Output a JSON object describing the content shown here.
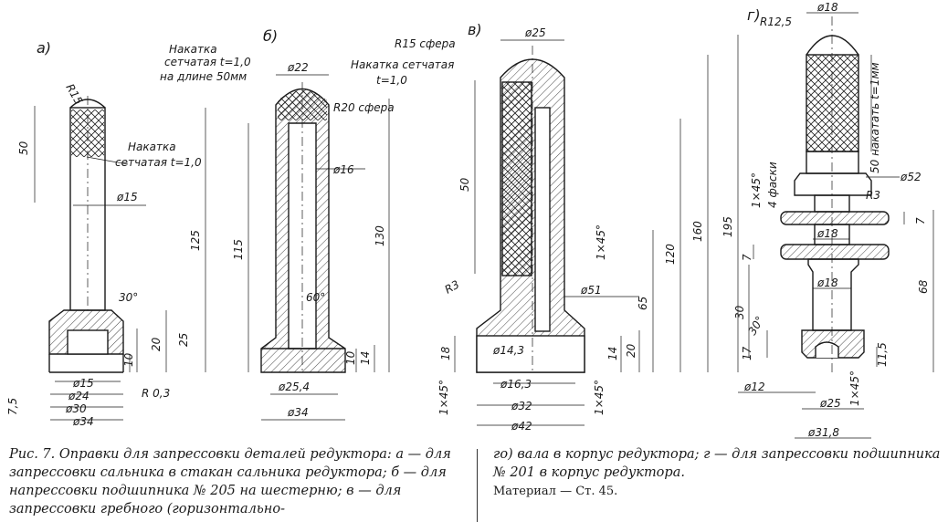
{
  "figure": {
    "panels": {
      "a": {
        "label": "а)",
        "notes": [
          "R15",
          "Накатка",
          "сетчатая t=1,0",
          "R 0,3",
          "30°"
        ],
        "dims": [
          "50",
          "125",
          "ø15",
          "20",
          "25",
          "10",
          "ø15",
          "ø24",
          "ø30",
          "ø34",
          "7,5"
        ]
      },
      "b": {
        "label": "б)",
        "notes": [
          "Накатка",
          "сетчатая t=1,0",
          "на длине 50мм",
          "R20 сфера",
          "60°"
        ],
        "dims": [
          "ø22",
          "ø16",
          "115",
          "130",
          "14",
          "10",
          "ø25,4",
          "ø34"
        ]
      },
      "v": {
        "label": "в)",
        "notes": [
          "R15 сфера",
          "Накатка сетчатая",
          "t=1,0",
          "R3",
          "1×45°",
          "1×45°",
          "1×45°"
        ],
        "dims": [
          "ø25",
          "50",
          "120",
          "160",
          "65",
          "ø51",
          "ø14,3",
          "18",
          "14",
          "20",
          "ø16,3",
          "ø32",
          "ø42"
        ]
      },
      "g": {
        "label": "г)",
        "notes": [
          "R12,5",
          "50 накатать t=1мм",
          "1×45°",
          "4 фаски",
          "R3",
          "30°",
          "1×45°"
        ],
        "dims": [
          "ø18",
          "195",
          "ø52",
          "7",
          "ø18",
          "7",
          "ø18",
          "68",
          "30",
          "17",
          "11,5",
          "ø12",
          "ø25",
          "ø31,8"
        ]
      }
    }
  },
  "caption": {
    "left": "Рис. 7. Оправки для запрессовки деталей редуктора: а — для запрессовки сальника в стакан сальника редуктора; б — для напрессовки подшипника № 205 на шестерню; в — для запрессовки гребного (горизонтально-",
    "right": "го) вала в корпус редуктора; г — для запрессовки подшипника № 201 в корпус редуктора.",
    "material": "Материал — Ст. 45."
  }
}
